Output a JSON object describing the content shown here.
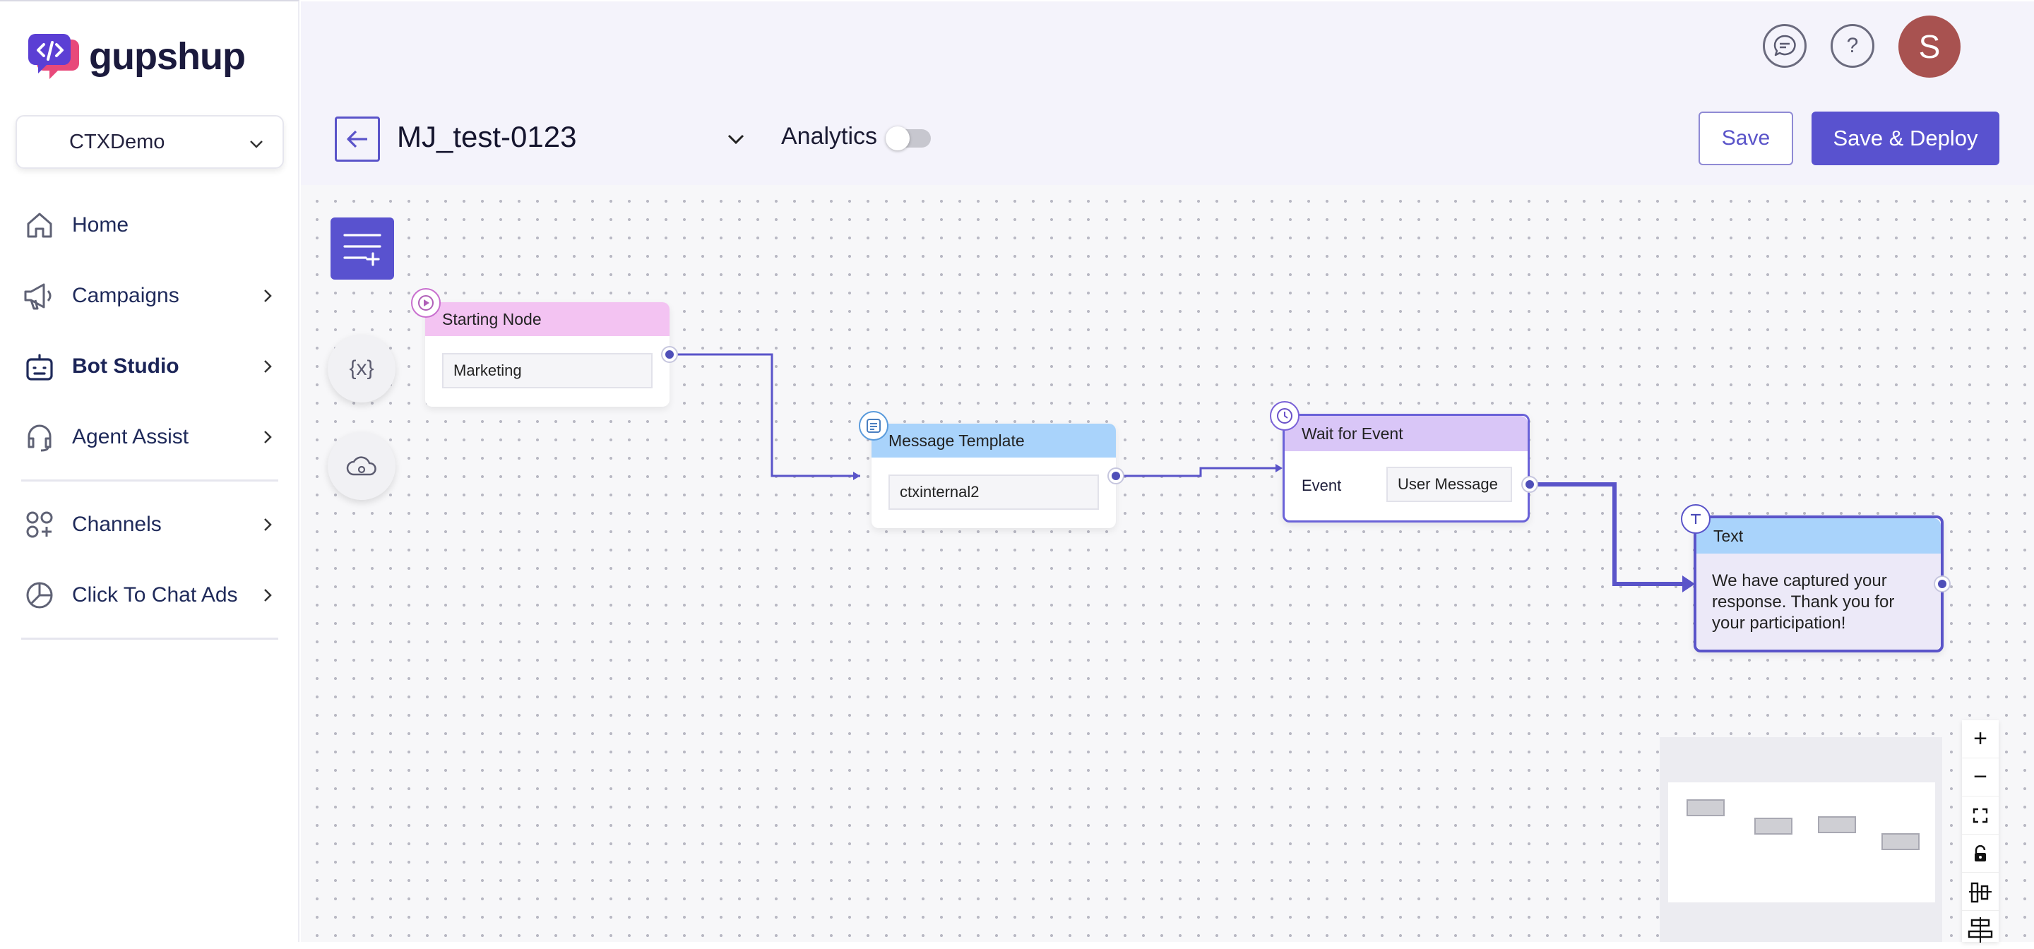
{
  "brand": {
    "name": "gupshup"
  },
  "workspace": {
    "name": "CTXDemo"
  },
  "nav": {
    "home": "Home",
    "campaigns": "Campaigns",
    "bot_studio": "Bot Studio",
    "agent_assist": "Agent Assist",
    "channels": "Channels",
    "click_to_chat_ads": "Click To Chat Ads"
  },
  "header": {
    "flow_name": "MJ_test-0123",
    "analytics_label": "Analytics",
    "analytics_enabled": false,
    "avatar_initial": "S",
    "help_glyph": "?",
    "save_label": "Save",
    "deploy_label": "Save & Deploy"
  },
  "nodes": {
    "start": {
      "title": "Starting Node",
      "value": "Marketing"
    },
    "template": {
      "title": "Message Template",
      "value": "ctxinternal2"
    },
    "wait": {
      "title": "Wait for Event",
      "field_label": "Event",
      "value": "User Message"
    },
    "text": {
      "title": "Text",
      "body": "We have captured your response. Thank you for your participation!"
    }
  },
  "tools": {
    "variables_glyph": "{x}"
  },
  "controls": {
    "zoom_in": "+",
    "zoom_out": "−"
  },
  "colors": {
    "accent": "#5952cf",
    "start_header": "#f3c3f2",
    "template_header": "#a9d3fb",
    "wait_header": "#d9c6f7",
    "text_header": "#a9d3fb"
  }
}
